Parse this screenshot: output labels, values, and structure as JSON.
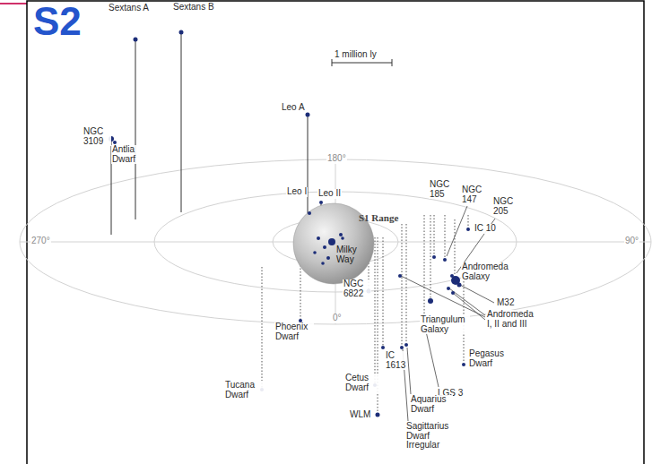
{
  "diagram": {
    "labels": [
      "S2",
      "Sextans A",
      "Sextans B",
      "1 million ly",
      "Leo A",
      "NGC 3109",
      "Antlia Dwarf",
      "180°",
      "270°",
      "90°",
      "Leo I",
      "Leo II",
      "S1 Range",
      "NGC 185",
      "NGC 147",
      "NGC 205",
      "IC 10",
      "Milky Way",
      "Andromeda Galaxy",
      "M32",
      "NGC 6822",
      "0°",
      "Triangulum Galaxy",
      "Andromeda I, II and III",
      "Phoenix Dwarf",
      "Pegasus Dwarf",
      "IC 1613",
      "LGS 3",
      "Tucana Dwarf",
      "Cetus Dwarf",
      "Aquarius Dwarf",
      "WLM",
      "Sagittarius Dwarf Irregular"
    ]
  }
}
